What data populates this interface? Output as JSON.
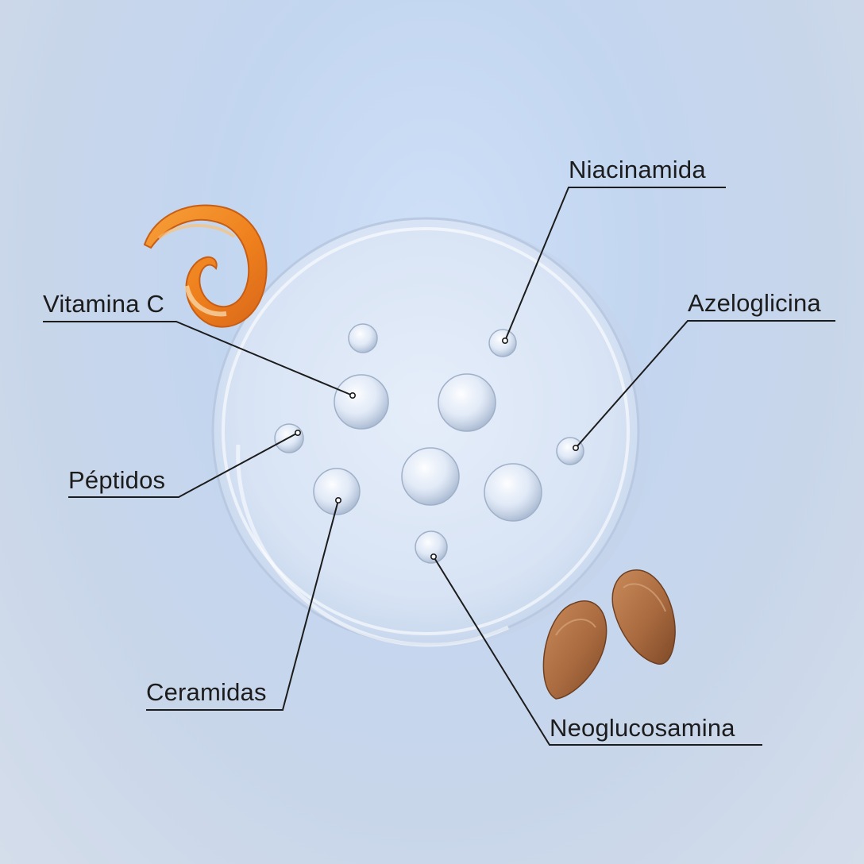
{
  "ingredients": {
    "niacinamida": "Niacinamida",
    "vitamina_c": "Vitamina C",
    "azeloglicina": "Azeloglicina",
    "peptidos": "Péptidos",
    "ceramidas": "Ceramidas",
    "neoglucosamina": "Neoglucosamina"
  },
  "props": {
    "orange_peel": "orange-peel",
    "almonds": "almonds",
    "petri_dish": "petri-dish"
  }
}
